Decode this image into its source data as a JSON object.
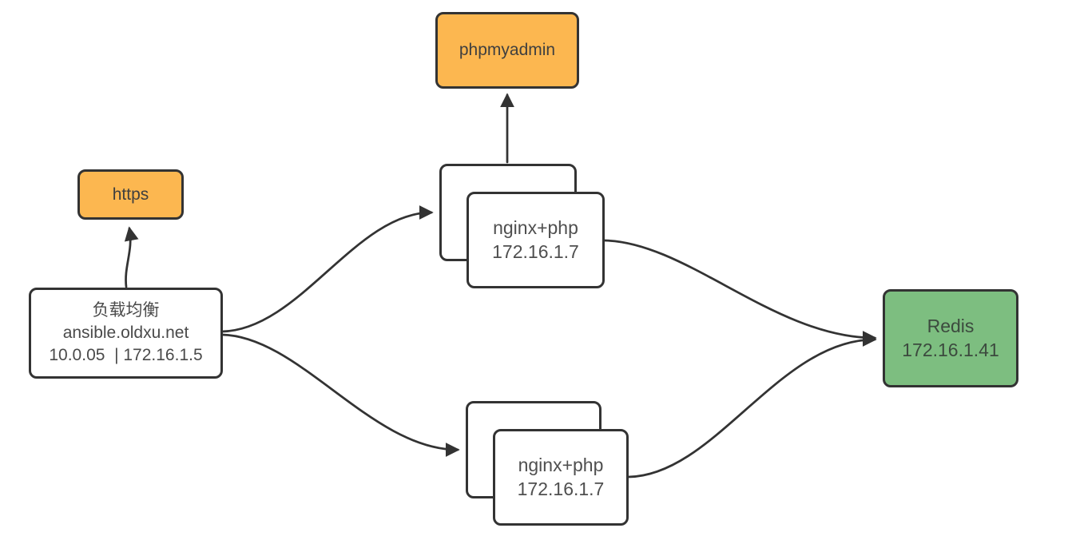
{
  "diagram": {
    "type": "architecture-diagram",
    "colors": {
      "background": "#ffffff",
      "orange_fill": "#fcb750",
      "green_fill": "#7dbe80",
      "white_fill": "#ffffff",
      "border": "#333333",
      "arrow": "#333333",
      "text_gray": "#4f4f4f",
      "text_dark": "#3f3f3f"
    },
    "nodes": {
      "phpmyadmin": {
        "label": "phpmyadmin"
      },
      "https": {
        "label": "https"
      },
      "load_balancer": {
        "line1": "负载均衡",
        "line2": "ansible.oldxu.net",
        "line3": "10.0.05  | 172.16.1.5"
      },
      "web_top": {
        "line1": "nginx+php",
        "line2": "172.16.1.7"
      },
      "web_bottom": {
        "line1": "nginx+php",
        "line2": "172.16.1.7"
      },
      "redis": {
        "line1": "Redis",
        "line2": "172.16.1.41"
      }
    },
    "edges": [
      {
        "from": "load_balancer",
        "to": "https",
        "shape": "arrow-up"
      },
      {
        "from": "web_top",
        "to": "phpmyadmin",
        "shape": "arrow-up"
      },
      {
        "from": "load_balancer",
        "to": "web_top",
        "shape": "s-curve-right"
      },
      {
        "from": "load_balancer",
        "to": "web_bottom",
        "shape": "s-curve-right"
      },
      {
        "from": "web_top",
        "to": "redis",
        "shape": "s-curve-right"
      },
      {
        "from": "web_bottom",
        "to": "redis",
        "shape": "s-curve-right"
      }
    ]
  }
}
